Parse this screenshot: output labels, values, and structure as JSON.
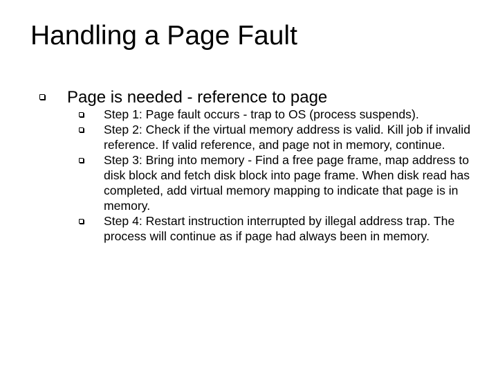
{
  "slide": {
    "title": "Handling a Page Fault",
    "bullets": [
      {
        "text": "Page is needed - reference to page",
        "subbullets": [
          "Step 1: Page fault occurs - trap to OS (process suspends).",
          "Step 2: Check if the virtual memory address is valid.  Kill job if invalid reference.   If valid reference, and page not in memory, continue.",
          "Step 3: Bring into memory - Find a free page frame, map address to disk block and fetch disk block into page frame.  When disk read has completed, add virtual memory mapping to indicate that page is in memory.",
          "Step 4: Restart instruction interrupted by illegal address trap.  The process will continue as if page had always been in memory."
        ]
      }
    ]
  }
}
